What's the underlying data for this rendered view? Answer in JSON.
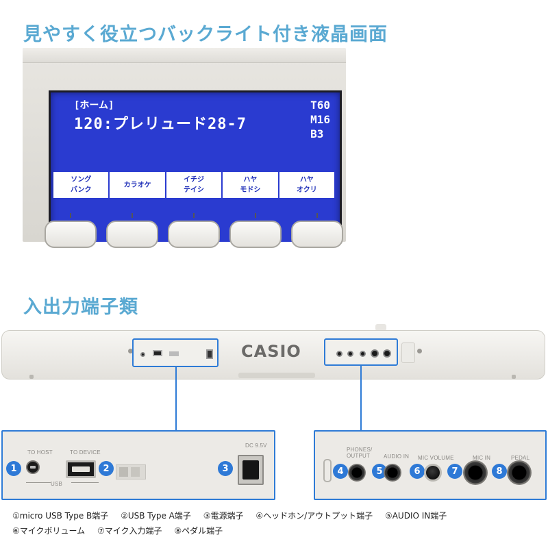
{
  "headings": {
    "lcd": "見やすく役立つバックライト付き液晶画面",
    "ports": "入出力端子類"
  },
  "lcd": {
    "home_label": "[ホーム]",
    "song_line": "120:プレリュード28-7",
    "tempo": "T60",
    "measure": "M16",
    "beat": "B3",
    "softkeys": [
      "ソング\nバンク",
      "カラオケ",
      "イチジ\nテイシ",
      "ハヤ\nモドシ",
      "ハヤ\nオクリ"
    ]
  },
  "keyboard": {
    "brand": "CASIO"
  },
  "ports_left": {
    "to_host": "TO HOST",
    "to_device": "TO DEVICE",
    "usb_mark": "USB",
    "dc_label": "DC 9.5V",
    "badges": [
      "1",
      "2",
      "3"
    ]
  },
  "ports_right": {
    "phones_output": "PHONES/ OUTPUT",
    "audio_in": "AUDIO IN",
    "mic_volume": "MIC VOLUME",
    "mic_in": "MIC IN",
    "pedal": "PEDAL",
    "badges": [
      "4",
      "5",
      "6",
      "7",
      "8"
    ]
  },
  "captions": {
    "line1": [
      "①micro USB Type B端子",
      "②USB Type A端子",
      "③電源端子",
      "④ヘッドホン/アウトプット端子",
      "⑤AUDIO IN端子"
    ],
    "line2": [
      "⑥マイクボリューム",
      "⑦マイク入力端子",
      "⑧ペダル端子"
    ]
  },
  "colors": {
    "heading": "#5aa9d2",
    "lcd_background": "#2a3bd0",
    "accent_blue": "#2e7bd6"
  }
}
